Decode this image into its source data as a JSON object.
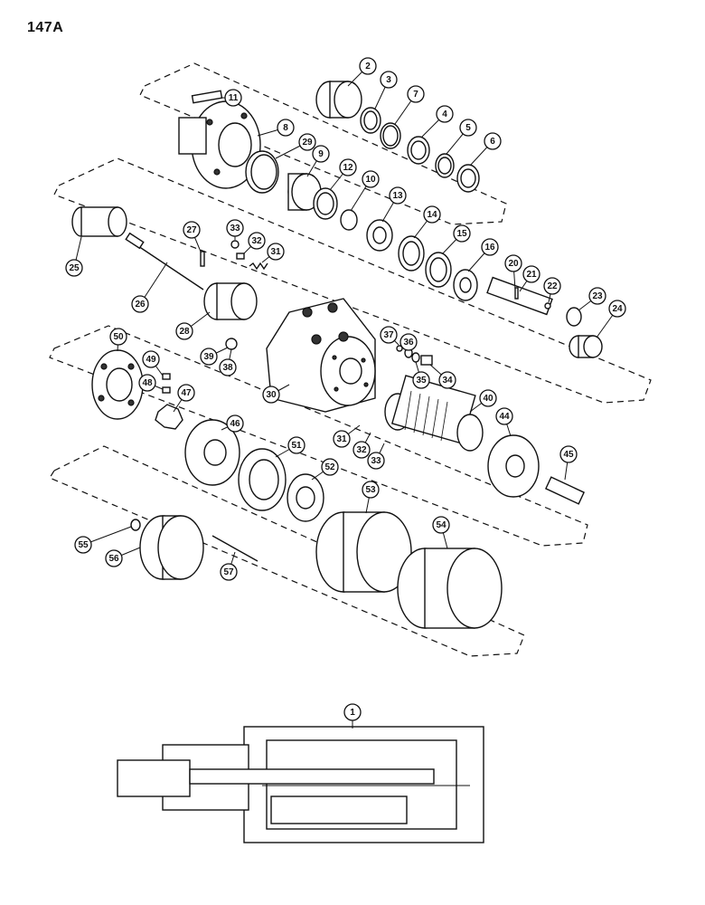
{
  "page_label": "147A",
  "callouts": [
    "1",
    "2",
    "3",
    "4",
    "5",
    "6",
    "7",
    "8",
    "9",
    "10",
    "11",
    "12",
    "13",
    "14",
    "15",
    "16",
    "20",
    "21",
    "22",
    "23",
    "24",
    "25",
    "26",
    "27",
    "28",
    "29",
    "30",
    "31",
    "32",
    "33",
    "34",
    "35",
    "36",
    "37",
    "38",
    "39",
    "40",
    "44",
    "45",
    "46",
    "47",
    "48",
    "49",
    "50",
    "51",
    "52",
    "53",
    "54",
    "55",
    "56",
    "57"
  ],
  "callouts_repeat": [
    "31",
    "32",
    "33"
  ]
}
